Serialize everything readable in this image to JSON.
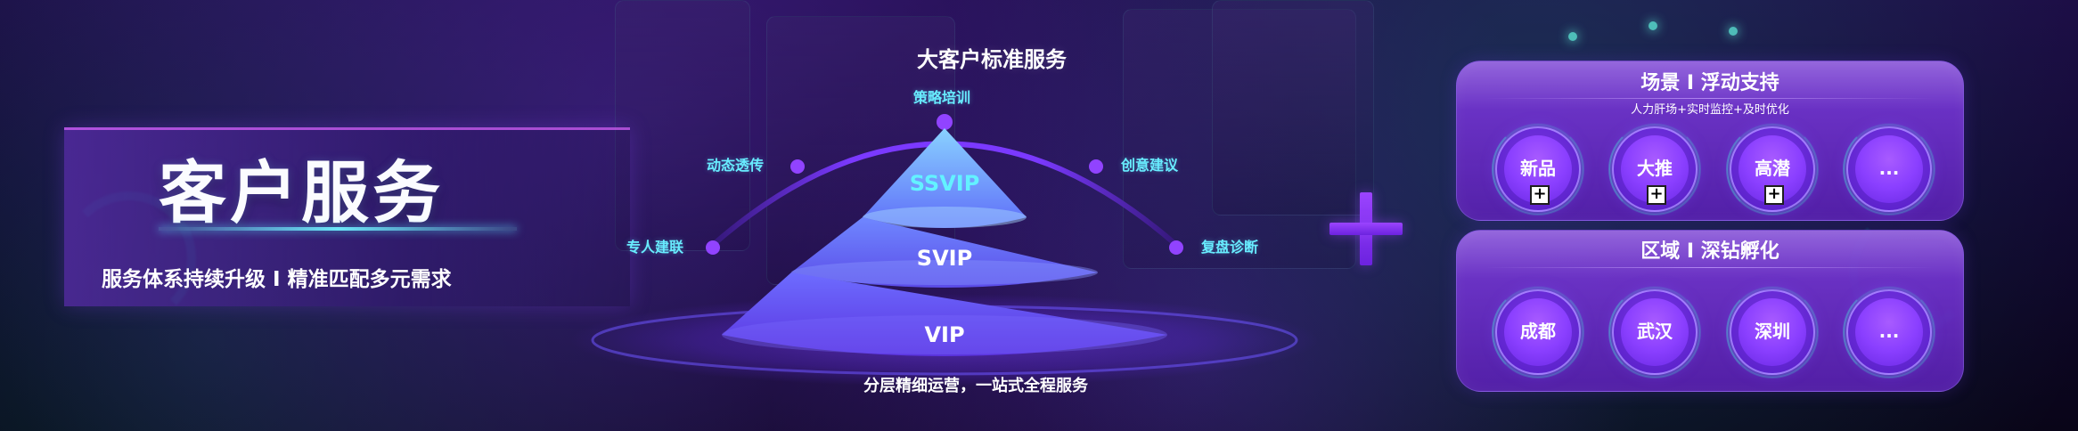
{
  "left": {
    "title": "客户服务",
    "subtitle": "服务体系持续升级 I 精准匹配多元需求"
  },
  "center": {
    "title": "大客户标准服务",
    "subtitle": "分层精细运营，一站式全程服务",
    "arc_labels": [
      "专人建联",
      "动态透传",
      "策略培训",
      "创意建议",
      "复盘诊断"
    ],
    "tiers": [
      "SSVIP",
      "SVIP",
      "VIP"
    ]
  },
  "right": {
    "scene": {
      "title": "场景 I 浮动支持",
      "note": "人力肝场+实时监控+及时优化",
      "items": [
        "新品",
        "大推",
        "高潜",
        "..."
      ]
    },
    "region": {
      "title": "区域 I 深钻孵化",
      "items": [
        "成都",
        "武汉",
        "深圳",
        "..."
      ]
    }
  },
  "icons": {
    "plus": "plus-icon",
    "item_plus": "plus-box-icon"
  },
  "colors": {
    "accent_cyan": "#68ecff",
    "accent_purple": "#8e3cff",
    "panel_purple": "#6f2dd8"
  }
}
